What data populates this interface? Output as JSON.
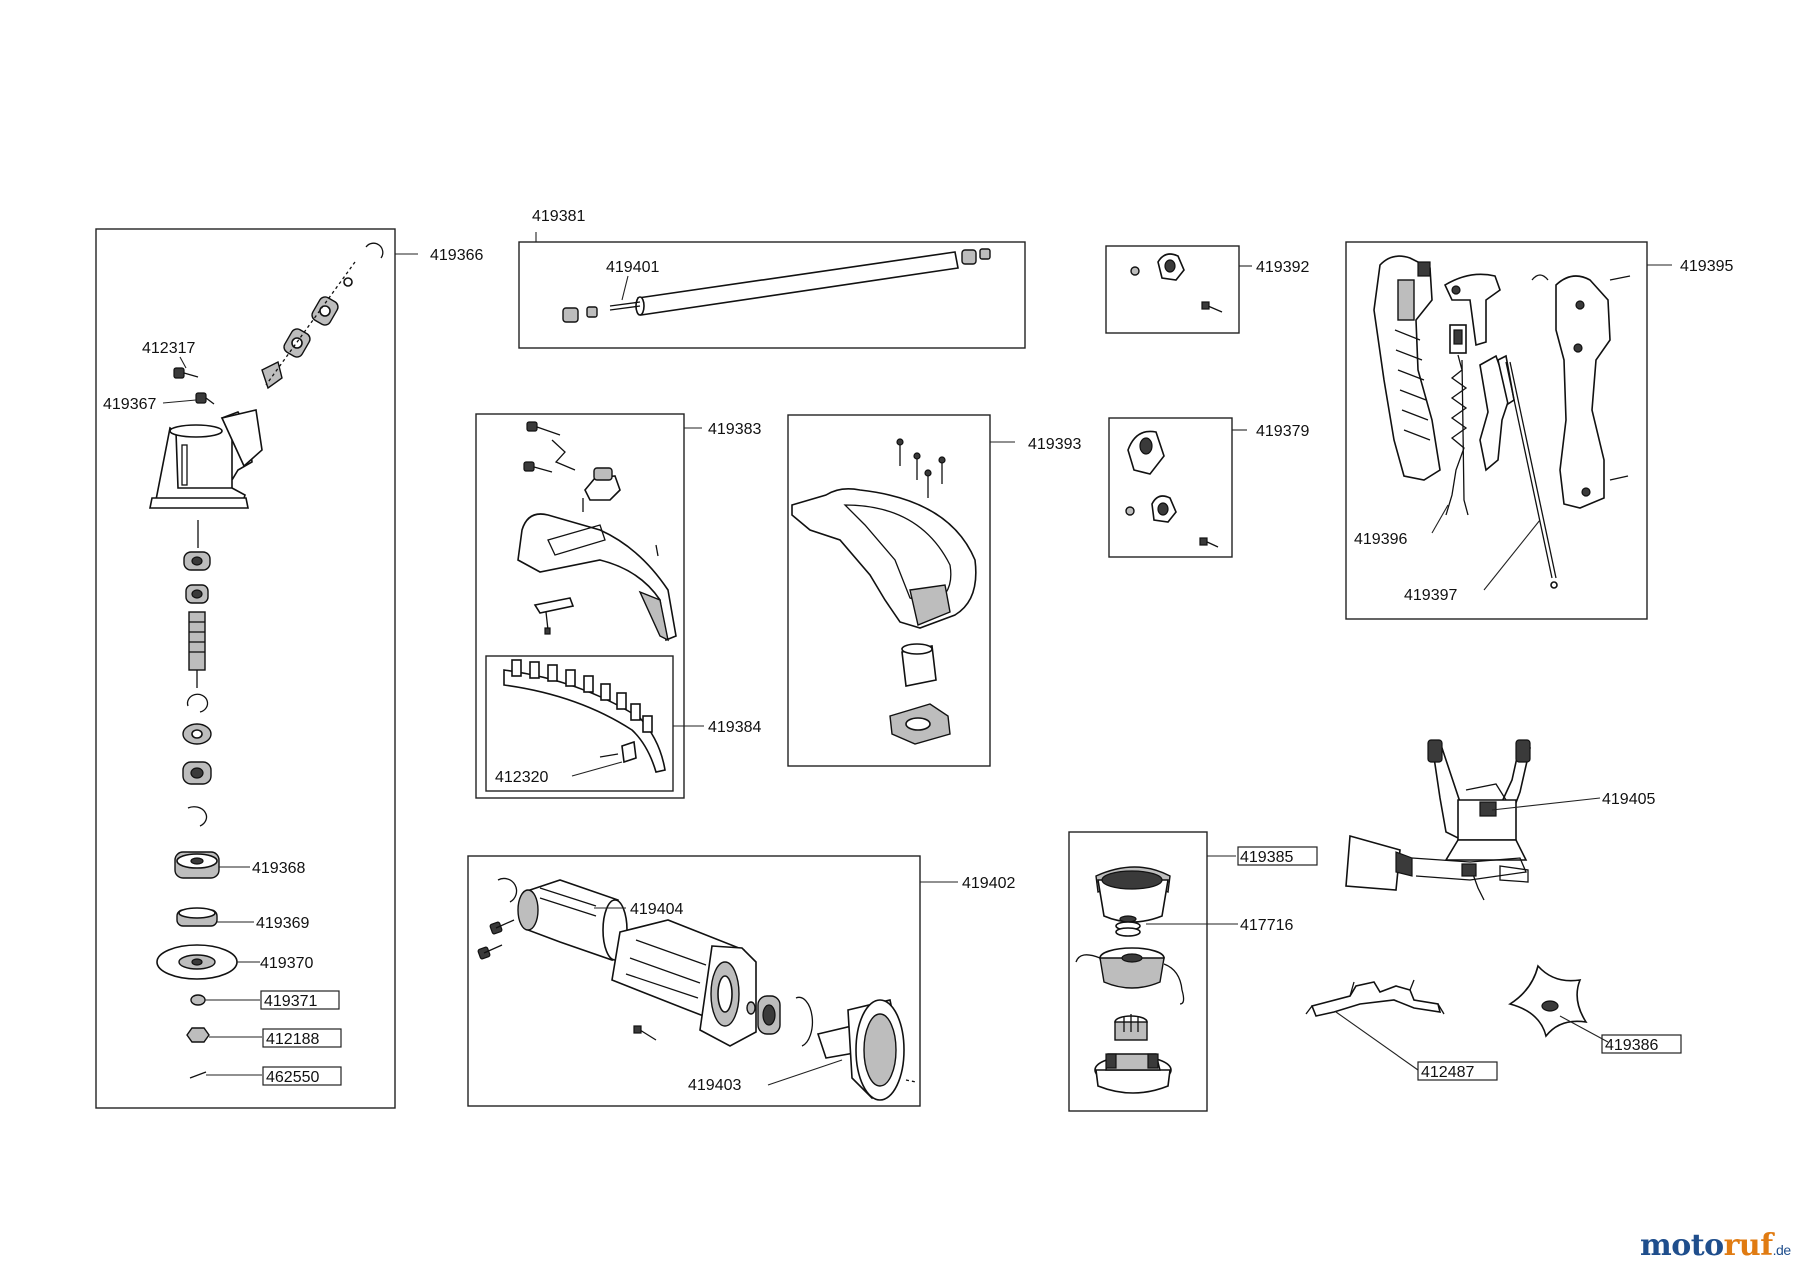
{
  "labels": {
    "p419366": "419366",
    "p412317": "412317",
    "p419367": "419367",
    "p419368": "419368",
    "p419369": "419369",
    "p419370": "419370",
    "p419371": "419371",
    "p412188": "412188",
    "p462550": "462550",
    "p419381": "419381",
    "p419401": "419401",
    "p419383": "419383",
    "p419384": "419384",
    "p412320": "412320",
    "p419393": "419393",
    "p419392": "419392",
    "p419379": "419379",
    "p419395": "419395",
    "p419396": "419396",
    "p419397": "419397",
    "p419402": "419402",
    "p419404": "419404",
    "p419403": "419403",
    "p419385": "419385",
    "p417716": "417716",
    "p419405": "419405",
    "p412487": "412487",
    "p419386": "419386"
  },
  "brand": {
    "part1": "moto",
    "part2": "ruf",
    "tld": ".de"
  },
  "colors": {
    "brand_blue": "#1f4e8c",
    "brand_orange": "#e07b12"
  }
}
